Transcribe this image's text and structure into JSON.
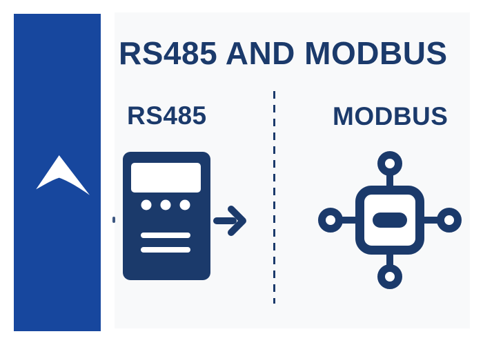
{
  "header": {
    "title": "RS485 AND MODBUS"
  },
  "columns": {
    "left": {
      "label": "RS485",
      "icon": "rs485-device-icon"
    },
    "right": {
      "label": "MODBUS",
      "icon": "modbus-hub-icon"
    }
  },
  "sidebar": {
    "logo": "arrowhead-logo"
  },
  "divider": {
    "style": "vertical-dashed"
  },
  "flow": {
    "icon": "right-arrow-icon"
  },
  "colors": {
    "sidebar_blue": "#17479E",
    "navy": "#1B3A6B",
    "panel_bg": "#F8F9FA",
    "page_bg": "#FFFFFF",
    "icon_fill_white": "#FFFFFF"
  }
}
